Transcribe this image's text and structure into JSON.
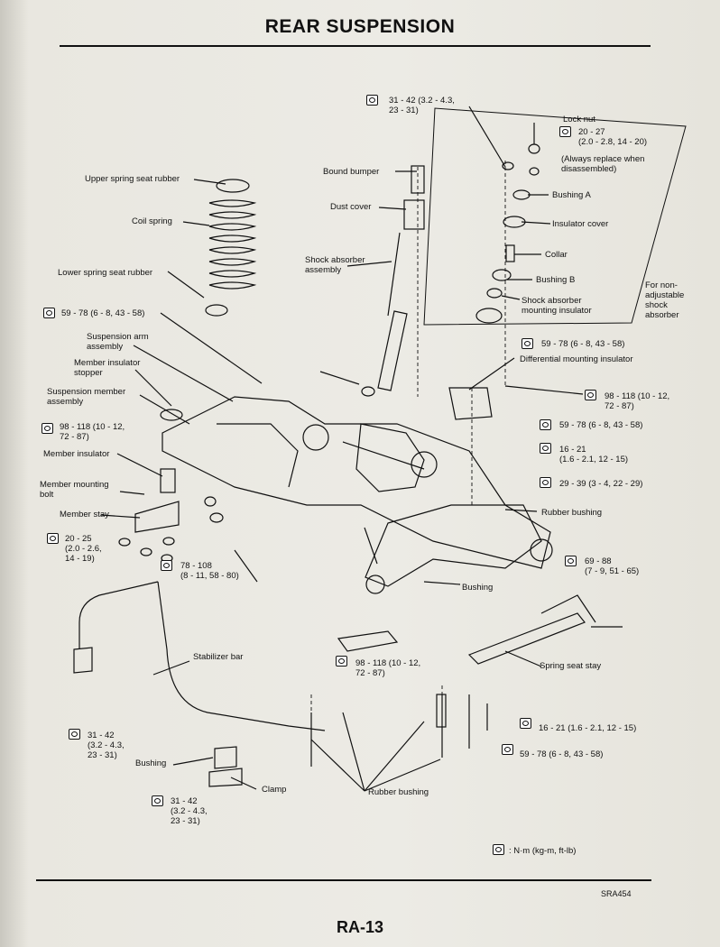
{
  "page": {
    "title": "REAR SUSPENSION",
    "page_number": "RA-13",
    "figure_code": "SRA454",
    "legend_text": ": N·m (kg-m, ft-lb)"
  },
  "labels": {
    "lock_nut": "Lock nut",
    "always_replace": "(Always replace when\ndisassembled)",
    "bound_bumper": "Bound bumper",
    "upper_spring_seat": "Upper spring seat rubber",
    "dust_cover": "Dust cover",
    "bushing_a": "Bushing A",
    "coil_spring": "Coil spring",
    "insulator_cover": "Insulator cover",
    "shock_absorber_assembly": "Shock absorber\nassembly",
    "collar": "Collar",
    "lower_spring_seat": "Lower spring seat rubber",
    "bushing_b": "Bushing B",
    "non_adjustable": "For non-\nadjustable\nshock\nabsorber",
    "mounting_insulator": "Shock absorber\nmounting insulator",
    "suspension_arm": "Suspension arm\nassembly",
    "member_insulator_stopper": "Member insulator\nstopper",
    "differential_insulator": "Differential mounting insulator",
    "suspension_member": "Suspension member\nassembly",
    "member_insulator": "Member insulator",
    "member_mounting_bolt": "Member mounting\nbolt",
    "member_stay": "Member stay",
    "rubber_bushing_right": "Rubber bushing",
    "bushing": "Bushing",
    "stabilizer_bar": "Stabilizer bar",
    "spring_seat_stay": "Spring seat stay",
    "bushing_left": "Bushing",
    "clamp": "Clamp",
    "rubber_bushing_bottom": "Rubber bushing"
  },
  "torques": {
    "t_top": "31 - 42 (3.2 - 4.3,\n23 - 31)",
    "t_locknut": "20 - 27\n(2.0 - 2.8, 14 - 20)",
    "t_arm": "59 - 78 (6 - 8, 43 - 58)",
    "t_diff1": "59 - 78 (6 - 8, 43 - 58)",
    "t_diff2": "98 - 118 (10 - 12,\n72 - 87)",
    "t_diff3": "59 - 78 (6 - 8, 43 - 58)",
    "t_member": "98 - 118 (10 - 12,\n72 - 87)",
    "t_16": "16 - 21\n(1.6 - 2.1, 12 - 15)",
    "t_29": "29 - 39 (3 - 4, 22 - 29)",
    "t_stay": "20 - 25\n(2.0 - 2.6,\n14 - 19)",
    "t_78": "78 - 108\n(8 - 11, 58 - 80)",
    "t_69": "69 - 88\n(7 - 9, 51 - 65)",
    "t_bottom98": "98 - 118 (10 - 12,\n72 - 87)",
    "t_stab1": "31 - 42\n(3.2 - 4.3,\n23 - 31)",
    "t_16b": "16 - 21 (1.6 - 2.1, 12 - 15)",
    "t_59b": "59 - 78 (6 - 8, 43 - 58)",
    "t_stab2": "31 - 42\n(3.2 - 4.3,\n23 - 31)"
  }
}
